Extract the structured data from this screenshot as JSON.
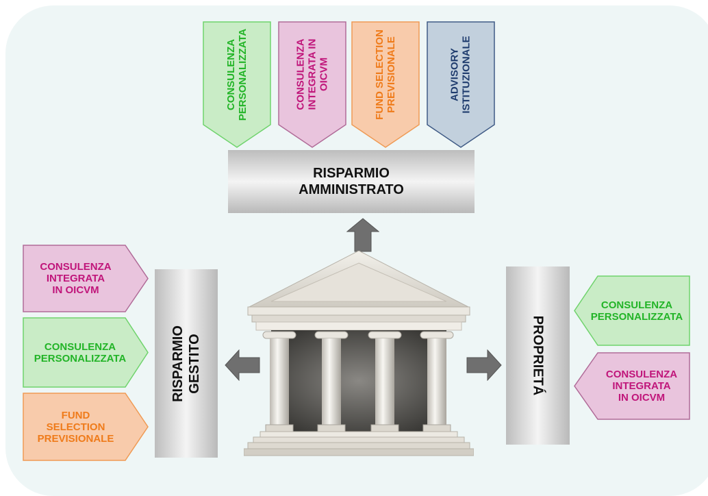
{
  "colors": {
    "green_fill": "#c9ecc6",
    "green_text": "#22b427",
    "green_border": "#6fd36c",
    "pink_fill": "#e9c4dd",
    "pink_text": "#c0157a",
    "pink_border": "#b06b98",
    "orange_fill": "#f8cbab",
    "orange_text": "#ef7b1a",
    "orange_border": "#ef9a54",
    "blue_fill": "#c2d0dd",
    "blue_text": "#1f3c6e",
    "blue_border": "#3f5a85",
    "bar_gray": "#c9c9c9"
  },
  "center": {
    "icon": "bank-building-icon",
    "top_bar": {
      "line1": "RISPARMIO",
      "line2": "AMMINISTRATO"
    },
    "left_bar": {
      "line1": "RISPARMIO",
      "line2": "GESTITO"
    },
    "right_bar": {
      "label": "PROPRIETÁ"
    }
  },
  "top_services": [
    {
      "line1": "CONSULENZA",
      "line2": "PERSONALIZZATA",
      "line3": ""
    },
    {
      "line1": "CONSULENZA",
      "line2": "INTEGRATA IN",
      "line3": "OICVM"
    },
    {
      "line1": "FUND SELECTION",
      "line2": "PREVISIONALE",
      "line3": ""
    },
    {
      "line1": "ADVISORY",
      "line2": "ISTITUZIONALE",
      "line3": ""
    }
  ],
  "left_services": [
    {
      "line1": "CONSULENZA",
      "line2": "INTEGRATA",
      "line3": "IN OICVM"
    },
    {
      "line1": "CONSULENZA",
      "line2": "PERSONALIZZATA",
      "line3": ""
    },
    {
      "line1": "FUND",
      "line2": "SELECTION",
      "line3": "PREVISIONALE"
    }
  ],
  "right_services": [
    {
      "line1": "CONSULENZA",
      "line2": "PERSONALIZZATA",
      "line3": ""
    },
    {
      "line1": "CONSULENZA",
      "line2": "INTEGRATA",
      "line3": "IN OICVM"
    }
  ]
}
